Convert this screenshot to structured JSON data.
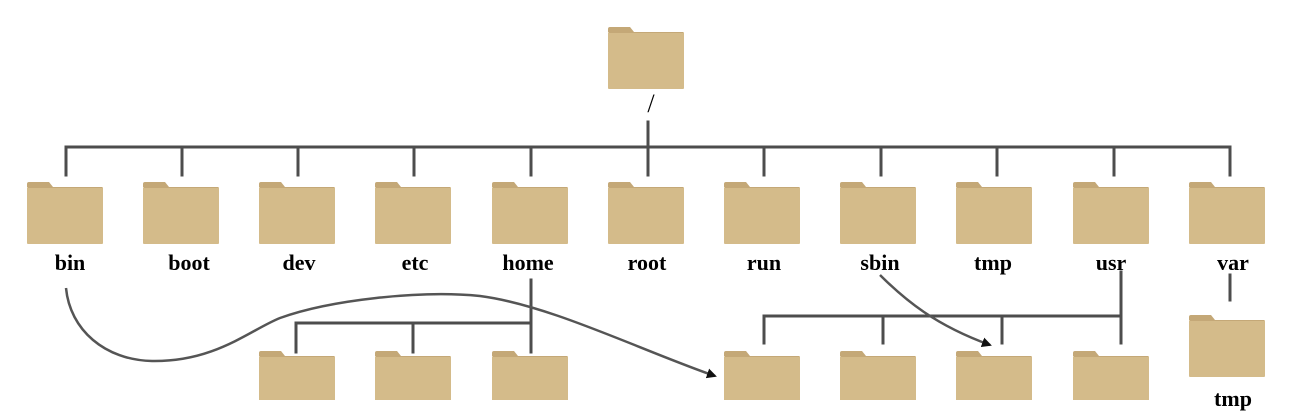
{
  "colors": {
    "folder_body": "#d4bb8a",
    "folder_tab": "#c4a877",
    "connector": "#4d4d4d",
    "arrow": "#555555",
    "arrowhead": "#111111",
    "text": "#000000"
  },
  "icons": {
    "folder": "folder-icon"
  },
  "root": {
    "label": "/"
  },
  "directories": [
    {
      "id": "bin",
      "label": "bin"
    },
    {
      "id": "boot",
      "label": "boot"
    },
    {
      "id": "dev",
      "label": "dev"
    },
    {
      "id": "etc",
      "label": "etc"
    },
    {
      "id": "home",
      "label": "home"
    },
    {
      "id": "root",
      "label": "root"
    },
    {
      "id": "run",
      "label": "run"
    },
    {
      "id": "sbin",
      "label": "sbin"
    },
    {
      "id": "tmp",
      "label": "tmp"
    },
    {
      "id": "usr",
      "label": "usr"
    },
    {
      "id": "var",
      "label": "var"
    }
  ],
  "subtrees": {
    "home": {
      "child_count": 3
    },
    "usr": {
      "child_count": 4
    },
    "var": {
      "children": [
        {
          "id": "var-tmp",
          "label": "tmp"
        }
      ]
    }
  },
  "links": [
    {
      "from": "bin",
      "to": "usr-child-1"
    },
    {
      "from": "sbin",
      "to": "usr-child-3"
    }
  ]
}
